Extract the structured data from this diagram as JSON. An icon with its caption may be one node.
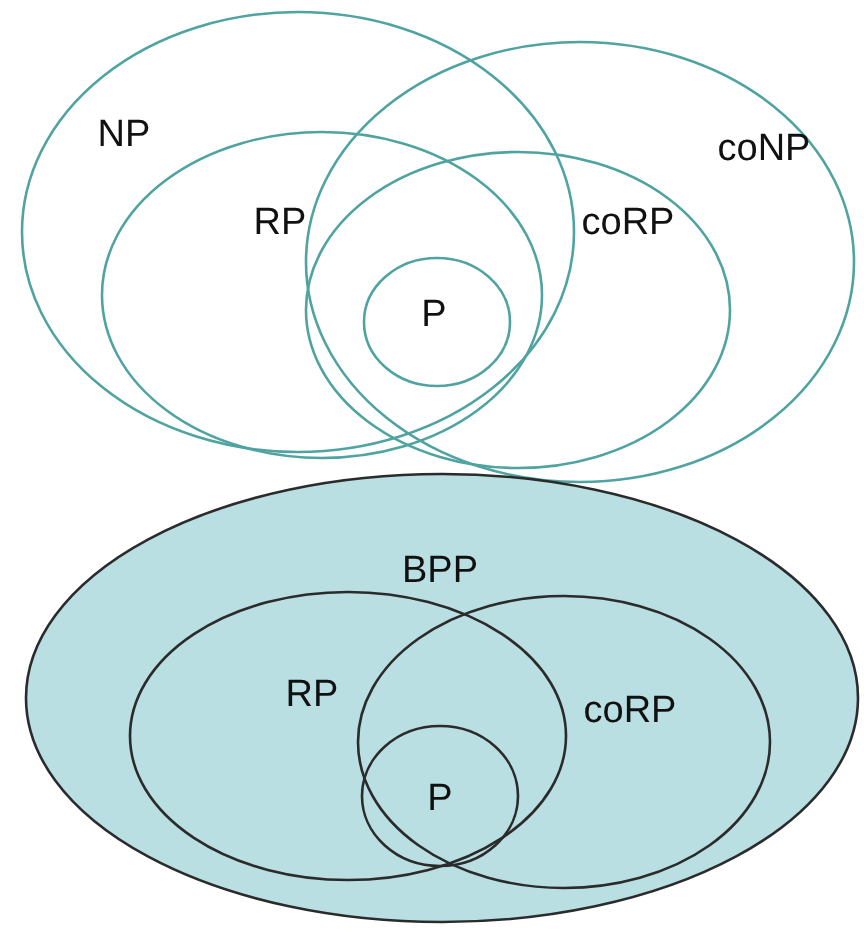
{
  "diagram": {
    "nodes": [
      {
        "text": [
          "NP"
        ]
      },
      {
        "text": [
          "coNP"
        ]
      },
      {
        "text": [
          "RP"
        ],
        "in": 0
      },
      {
        "text": [
          "coRP"
        ],
        "in": 1
      },
      {
        "text": [
          "P"
        ]
      },
      {
        "text": [
          "BPP"
        ]
      },
      {
        "text": [
          "RP"
        ],
        "in": 5
      },
      {
        "text": [
          "coRP"
        ],
        "in": 5
      },
      {
        "text": [
          "P"
        ]
      }
    ]
  }
}
